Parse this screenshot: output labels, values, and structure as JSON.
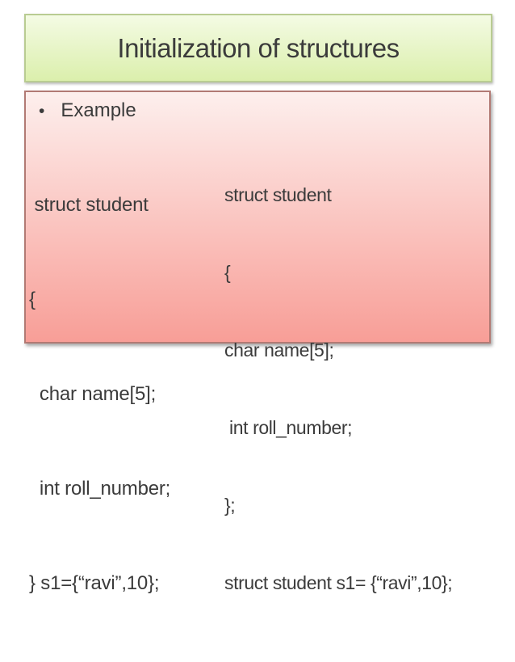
{
  "slide": {
    "title": "Initialization of structures",
    "bullet": {
      "glyph": "•",
      "label": "Example"
    },
    "left_code": [
      " struct student",
      "{",
      "  char name[5];",
      "  int roll_number;",
      "} s1={“ravi”,10};"
    ],
    "right_code": [
      "struct student",
      "{",
      "char name[5];",
      " int roll_number;",
      "};",
      "struct student s1= {“ravi”,10};"
    ],
    "colors": {
      "background": "#ffffff",
      "title_box_top": "#f4fbe4",
      "title_box_bottom": "#dbefac",
      "title_box_border": "#b9cc92",
      "content_box_top": "#fdefed",
      "content_box_bottom": "#f89e97",
      "content_box_border": "#b27a74",
      "text": "#3b3b3b"
    }
  }
}
